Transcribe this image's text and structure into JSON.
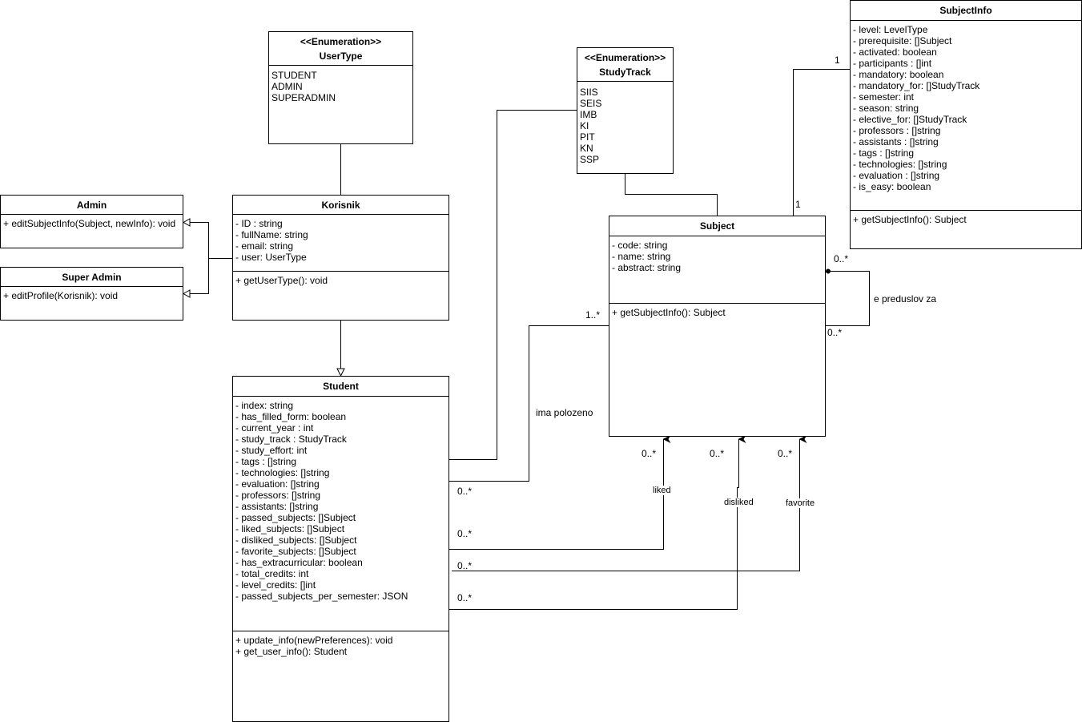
{
  "classes": {
    "usertype": {
      "stereotype": "<<Enumeration>>",
      "name": "UserType",
      "values": [
        "STUDENT",
        "ADMIN",
        "SUPERADMIN"
      ]
    },
    "studytrack": {
      "stereotype": "<<Enumeration>>",
      "name": "StudyTrack",
      "values": [
        "SIIS",
        "SEIS",
        "IMB",
        "KI",
        "PIT",
        "KN",
        "SSP"
      ]
    },
    "admin": {
      "name": "Admin",
      "methods": [
        "+ editSubjectInfo(Subject, newInfo): void"
      ]
    },
    "superadmin": {
      "name": "Super Admin",
      "methods": [
        "+ editProfile(Korisnik): void"
      ]
    },
    "korisnik": {
      "name": "Korisnik",
      "attributes": [
        "- ID : string",
        "- fullName: string",
        "- email: string",
        "- user: UserType"
      ],
      "methods": [
        "+ getUserType(): void"
      ]
    },
    "student": {
      "name": "Student",
      "attributes": [
        "- index: string",
        "- has_filled_form: boolean",
        "- current_year : int",
        "- study_track : StudyTrack",
        "- study_effort: int",
        "- tags : []string",
        "- technologies: []string",
        "- evaluation: []string",
        "- professors: []string",
        "- assistants: []string",
        "- passed_subjects: []Subject",
        "- liked_subjects: []Subject",
        "- disliked_subjects: []Subject",
        "- favorite_subjects: []Subject",
        "- has_extracurricular: boolean",
        "- total_credits: int",
        "- level_credits: []int",
        "- passed_subjects_per_semester: JSON"
      ],
      "methods": [
        "+ update_info(newPreferences): void",
        "+ get_user_info(): Student"
      ]
    },
    "subject": {
      "name": "Subject",
      "attributes": [
        "- code: string",
        "- name: string",
        "- abstract: string"
      ],
      "methods": [
        "+ getSubjectInfo(): Subject"
      ]
    },
    "subjectinfo": {
      "name": "SubjectInfo",
      "attributes": [
        "- level: LevelType",
        "- prerequisite: []Subject",
        "- activated: boolean",
        "- participants : []int",
        "- mandatory: boolean",
        "- mandatory_for: []StudyTrack",
        "- semester: int",
        "- season: string",
        "- elective_for: []StudyTrack",
        "- professors : []string",
        "- assistants : []string",
        "- tags : []string",
        "- technologies: []string",
        "- evaluation : []string",
        "- is_easy: boolean"
      ],
      "methods": [
        "+ getSubjectInfo(): Subject"
      ]
    }
  },
  "associations": {
    "subjectinfo_subject": {
      "end_subjectinfo": "1",
      "end_subject": "1"
    },
    "prerequisite": {
      "label": "e preduslov za",
      "end_top": "0..*",
      "end_bottom": "0..*"
    },
    "passed": {
      "label": "ima polozeno",
      "end_subject": "1..*",
      "end_student": "0..*"
    },
    "liked": {
      "label": "liked",
      "end_subject": "0..*",
      "end_student": "0..*"
    },
    "disliked": {
      "label": "disliked",
      "end_subject": "0..*",
      "end_student": "0..*"
    },
    "favorite": {
      "label": "favorite",
      "end_subject": "0..*",
      "end_student": "0..*"
    }
  }
}
